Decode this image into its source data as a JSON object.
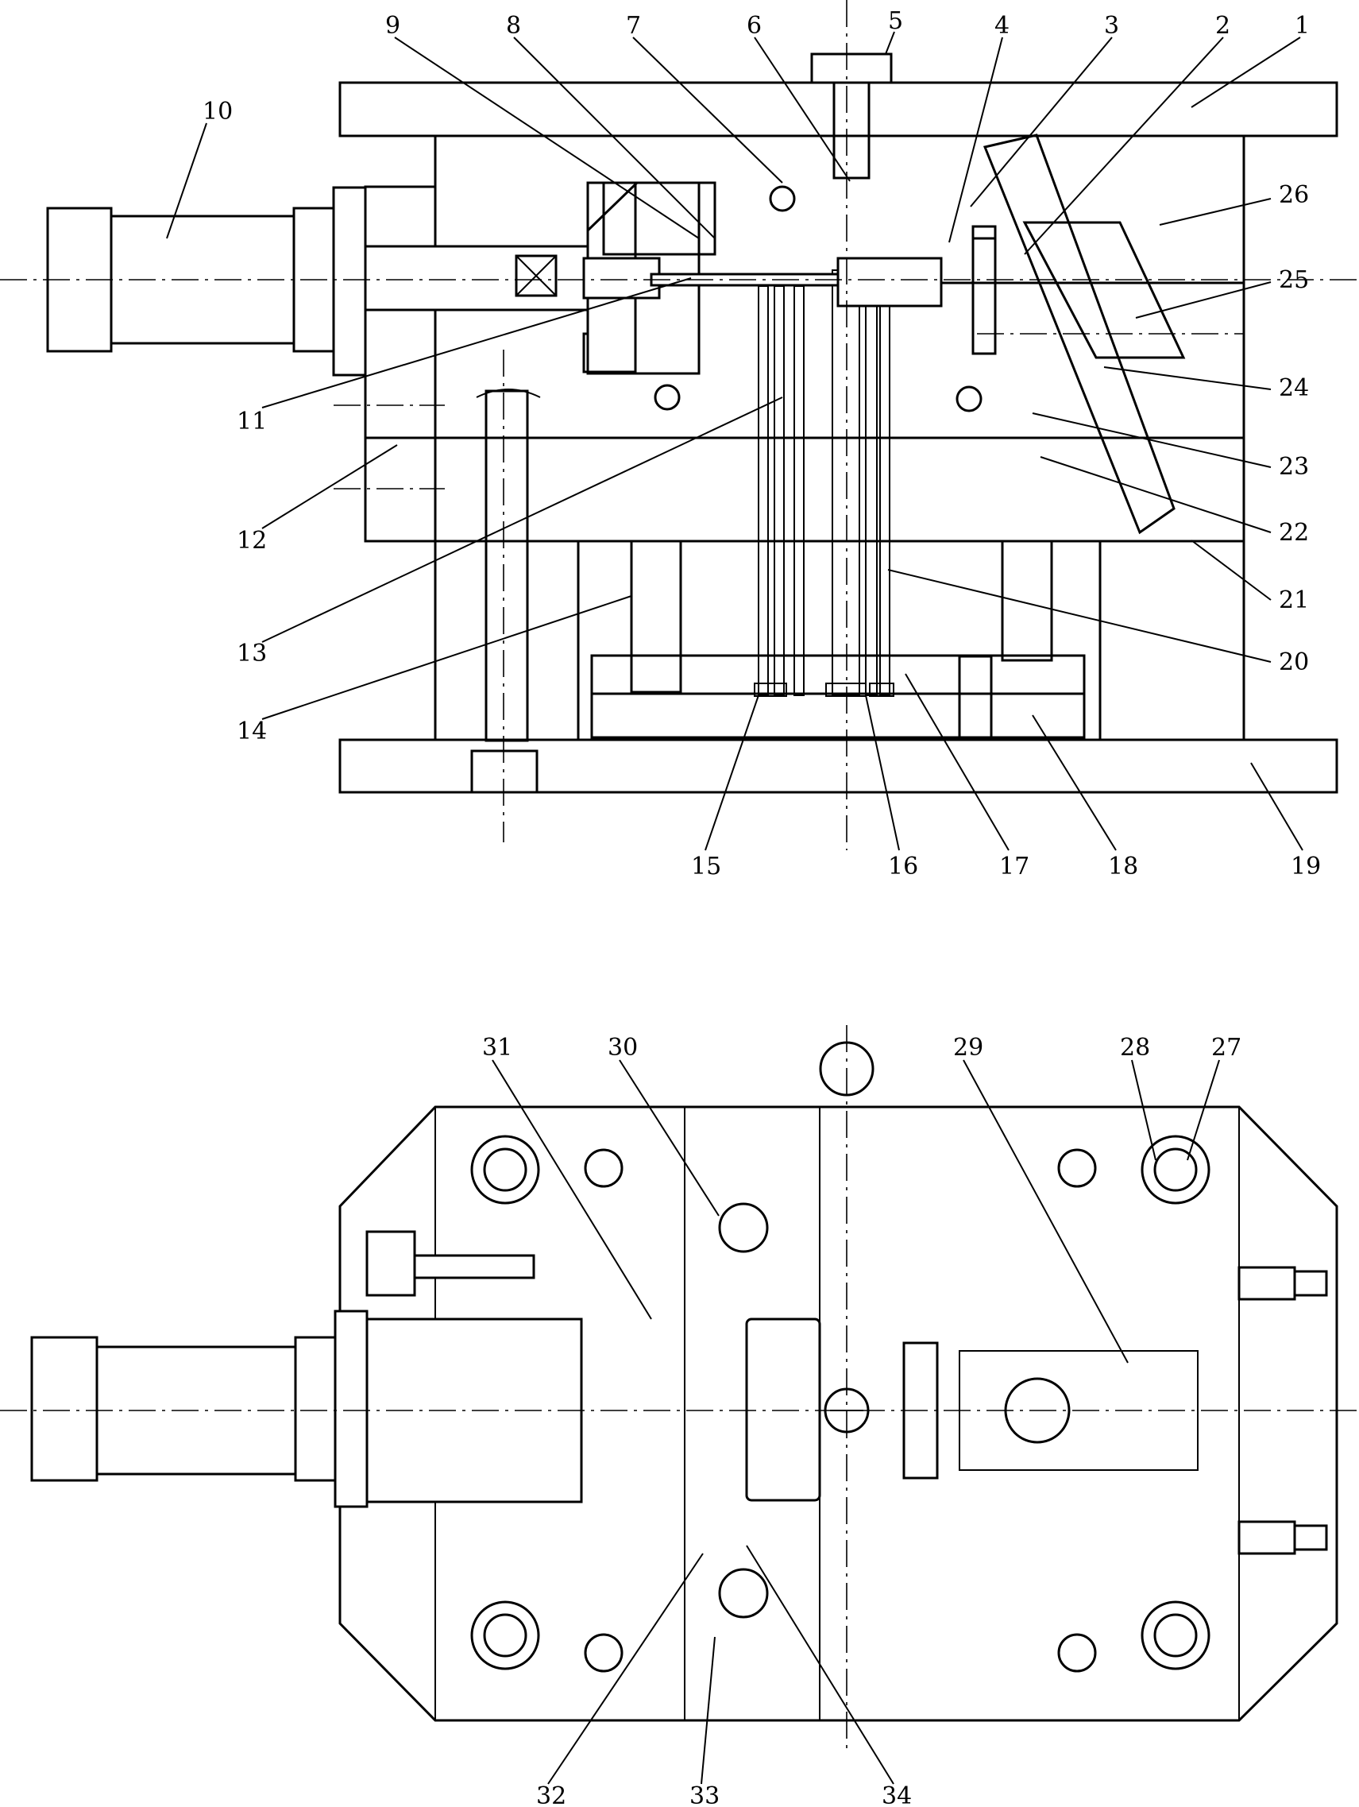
{
  "callouts": {
    "top_view_upper": [
      "9",
      "8",
      "7",
      "6",
      "5",
      "4",
      "3",
      "2",
      "1"
    ],
    "top_view_left": [
      "10",
      "11",
      "12",
      "13",
      "14"
    ],
    "top_view_right": [
      "26",
      "25",
      "24",
      "23",
      "22",
      "21",
      "20"
    ],
    "top_view_bottom": [
      "15",
      "16",
      "17",
      "18",
      "19"
    ],
    "plan_view_upper": [
      "31",
      "30",
      "29",
      "28",
      "27"
    ],
    "plan_view_bottom": [
      "32",
      "33",
      "34"
    ]
  },
  "colors": {
    "line": "#000000",
    "background": "#ffffff"
  }
}
